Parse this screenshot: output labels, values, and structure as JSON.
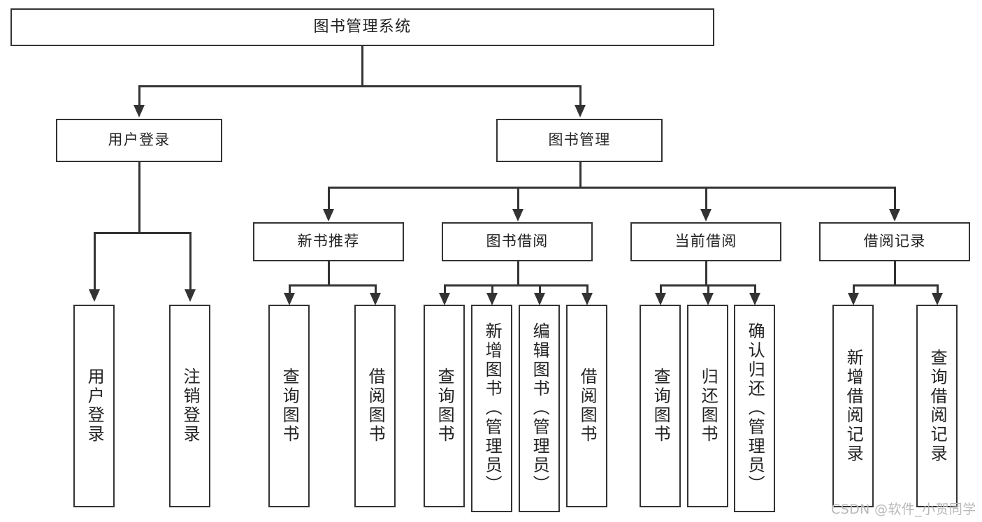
{
  "diagram": {
    "title": "图书管理系统",
    "type": "tree",
    "root": {
      "id": "root",
      "label": "图书管理系统"
    },
    "level2": [
      {
        "id": "user-login",
        "label": "用户登录"
      },
      {
        "id": "book-manage",
        "label": "图书管理"
      }
    ],
    "level3": [
      {
        "id": "new-book-recommend",
        "label": "新书推荐",
        "parent": "book-manage"
      },
      {
        "id": "book-borrow",
        "label": "图书借阅",
        "parent": "book-manage"
      },
      {
        "id": "current-borrow",
        "label": "当前借阅",
        "parent": "book-manage"
      },
      {
        "id": "borrow-record",
        "label": "借阅记录",
        "parent": "book-manage"
      }
    ],
    "leaves": [
      {
        "id": "leaf-user-login",
        "label": "用户登录",
        "parent": "user-login"
      },
      {
        "id": "leaf-logout-login",
        "label": "注销登录",
        "parent": "user-login"
      },
      {
        "id": "leaf-query-book-1",
        "label": "查询图书",
        "parent": "new-book-recommend"
      },
      {
        "id": "leaf-borrow-book-1",
        "label": "借阅图书",
        "parent": "new-book-recommend"
      },
      {
        "id": "leaf-query-book-2",
        "label": "查询图书",
        "parent": "book-borrow"
      },
      {
        "id": "leaf-add-book",
        "label": "新增图书（管理员）",
        "parent": "book-borrow"
      },
      {
        "id": "leaf-edit-book",
        "label": "编辑图书（管理员）",
        "parent": "book-borrow"
      },
      {
        "id": "leaf-borrow-book-2",
        "label": "借阅图书",
        "parent": "book-borrow"
      },
      {
        "id": "leaf-query-book-3",
        "label": "查询图书",
        "parent": "current-borrow"
      },
      {
        "id": "leaf-return-book",
        "label": "归还图书",
        "parent": "current-borrow"
      },
      {
        "id": "leaf-confirm-return",
        "label": "确认归还（管理员）",
        "parent": "current-borrow"
      },
      {
        "id": "leaf-add-record",
        "label": "新增借阅记录",
        "parent": "borrow-record"
      },
      {
        "id": "leaf-query-record",
        "label": "查询借阅记录",
        "parent": "borrow-record"
      }
    ]
  },
  "watermark": {
    "text": "CSDN @软件_小贺同学"
  },
  "colors": {
    "stroke": "#333333",
    "text": "#222222",
    "background": "#ffffff",
    "watermark": "#b9b9b9"
  }
}
